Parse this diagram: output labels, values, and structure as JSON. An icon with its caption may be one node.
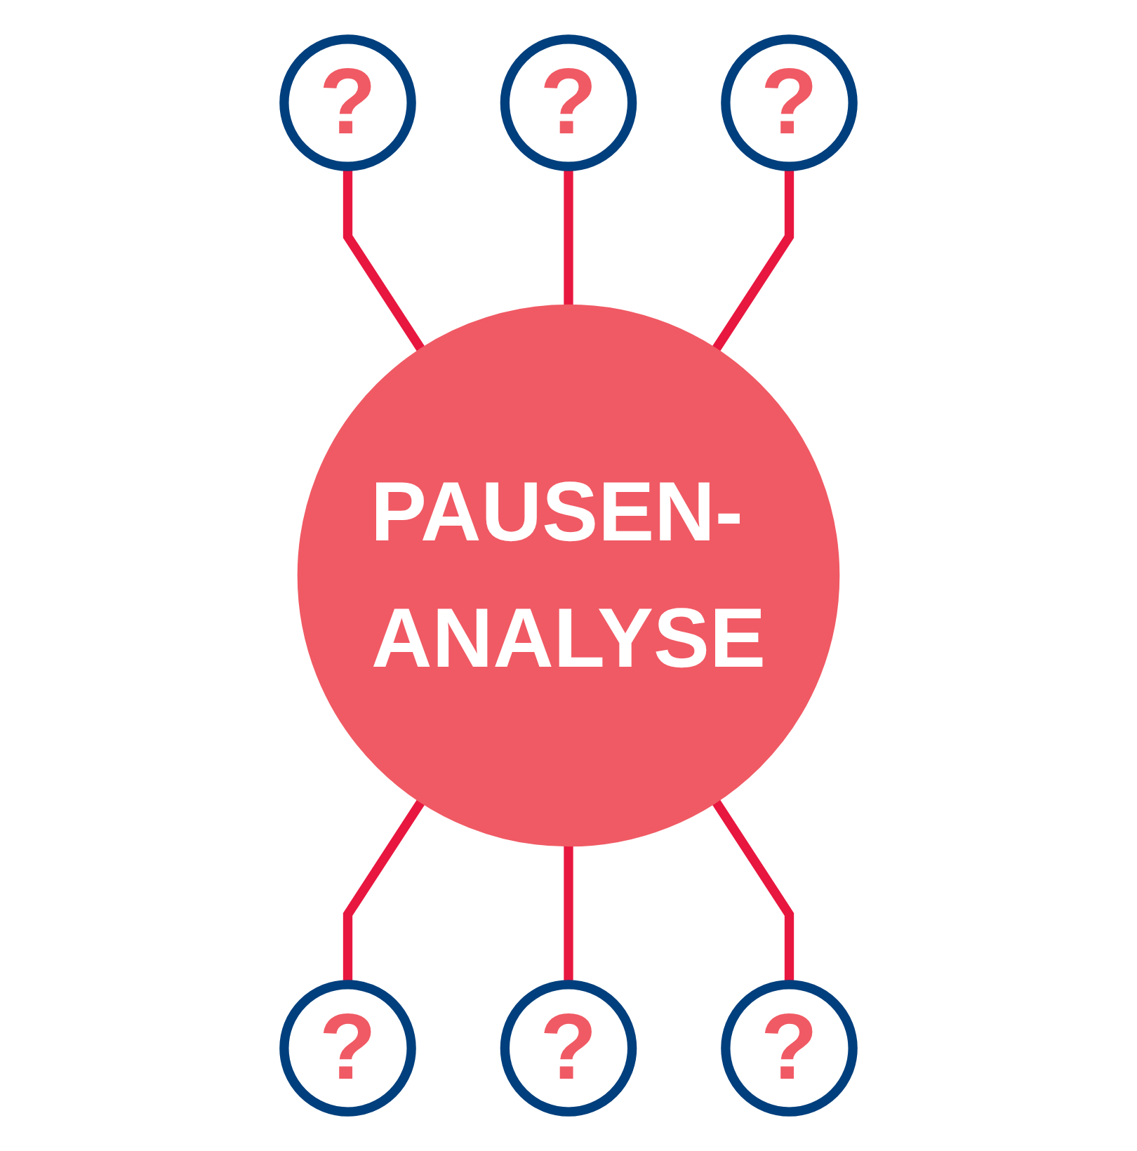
{
  "diagram": {
    "nodes": [
      {
        "text": [
          "?"
        ]
      },
      {
        "text": [
          "?"
        ]
      },
      {
        "text": [
          "?"
        ]
      },
      {
        "text": [
          "PAUSEN- ANALYSE"
        ]
      },
      {
        "text": [
          "?"
        ]
      },
      {
        "text": [
          "?"
        ]
      },
      {
        "text": [
          "?"
        ]
      }
    ],
    "edges": [
      {
        "from": 1,
        "to": 3,
        "arrow": "none"
      },
      {
        "from": 0,
        "to": 3,
        "arrow": "none"
      },
      {
        "from": 2,
        "to": 3,
        "arrow": "none"
      },
      {
        "from": 3,
        "to": 4,
        "arrow": "none"
      },
      {
        "from": 3,
        "to": 6,
        "arrow": "none"
      },
      {
        "from": 3,
        "to": 5,
        "arrow": "none"
      }
    ]
  }
}
